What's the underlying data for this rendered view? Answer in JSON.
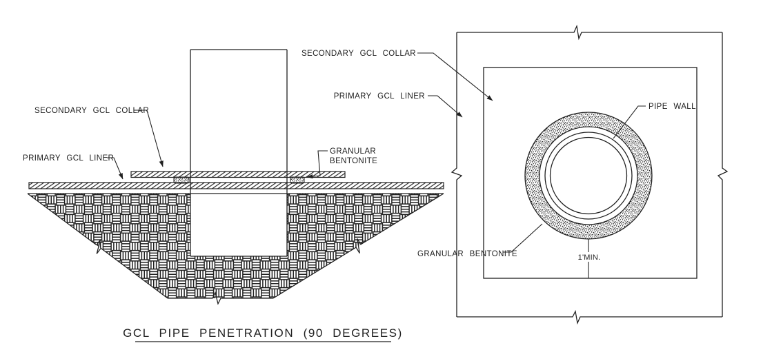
{
  "drawing": {
    "background": "#ffffff",
    "line_color": "#212121"
  },
  "section_view": {
    "labels": {
      "secondary_gcl_collar": "SECONDARY GCL COLLAR",
      "primary_gcl_liner": "PRIMARY GCL LINER",
      "granular_bentonite_line1": "GRANULAR",
      "granular_bentonite_line2": "BENTONITE"
    },
    "title": "GCL PIPE PENETRATION (90 DEGREES)"
  },
  "plan_view": {
    "labels": {
      "secondary_gcl_collar": "SECONDARY GCL COLLAR",
      "primary_gcl_liner": "PRIMARY GCL LINER",
      "pipe_wall": "PIPE WALL",
      "granular_bentonite": "GRANULAR BENTONITE",
      "dimension_min": "1'MIN."
    }
  }
}
